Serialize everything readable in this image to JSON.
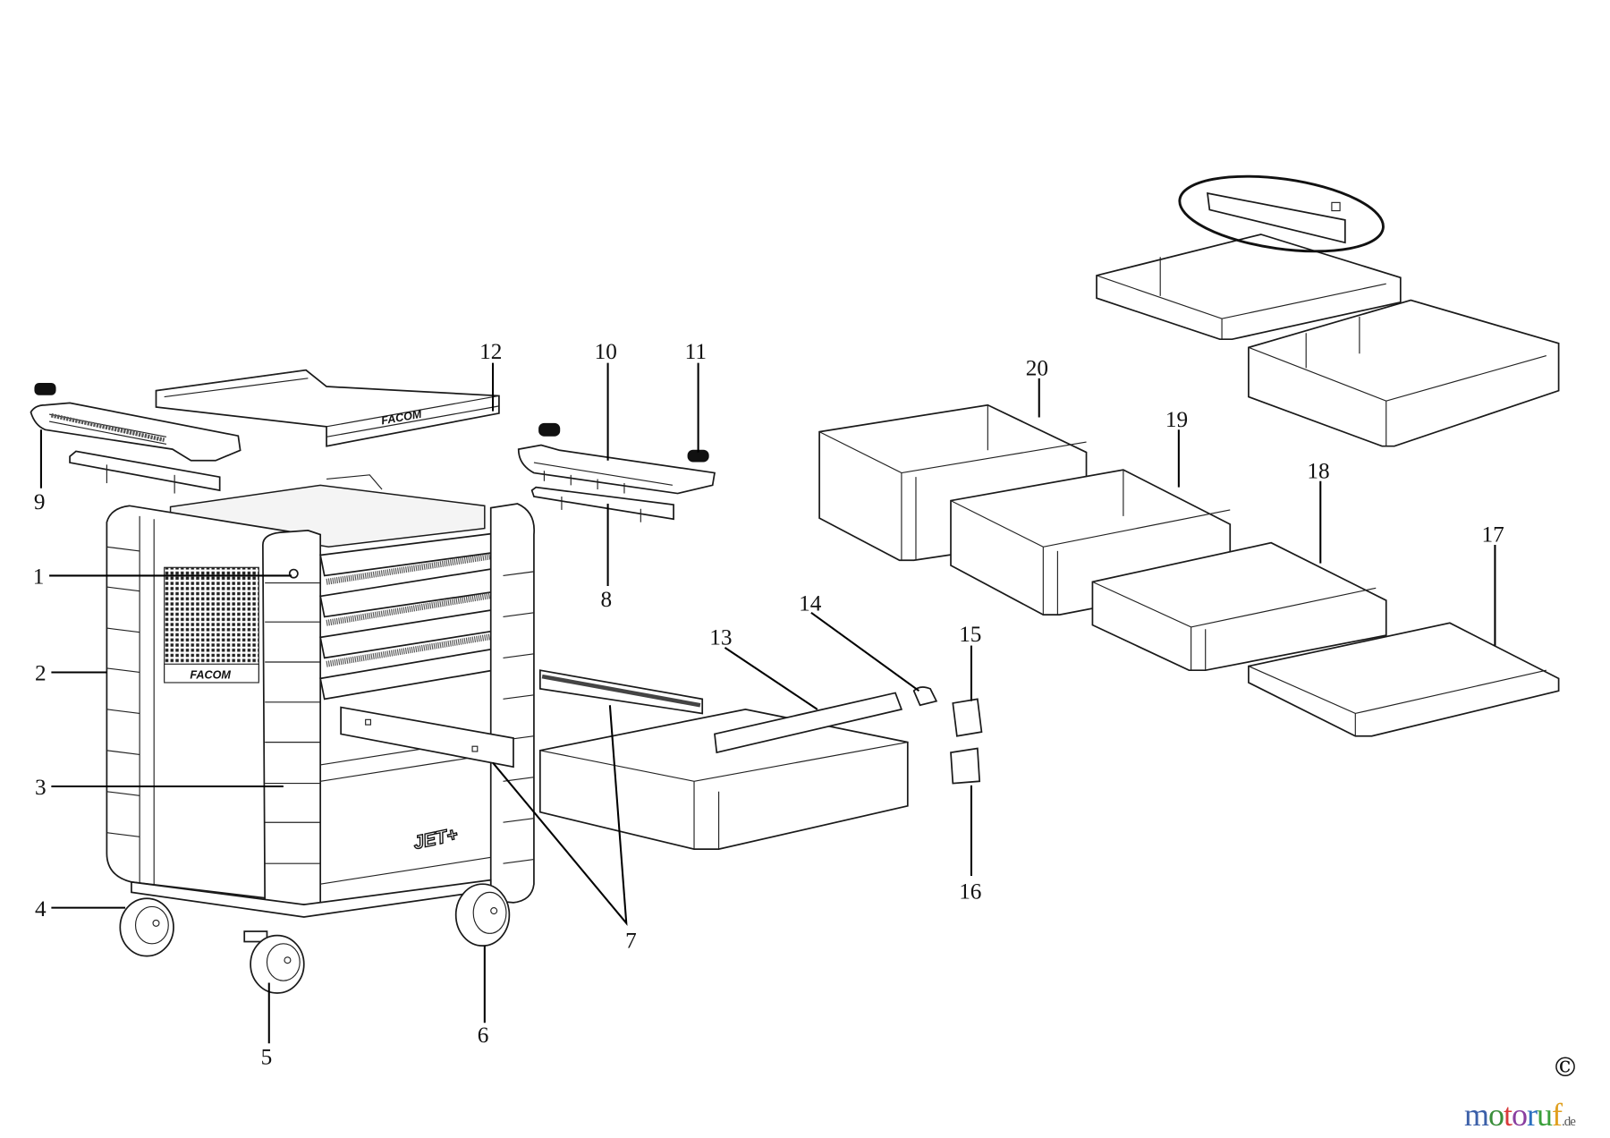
{
  "diagram": {
    "type": "exploded parts diagram",
    "subject": "FACOM JET+ tool trolley with drawers",
    "brand_marks": {
      "top_tray": "FACOM",
      "side_panel": "FACOM",
      "model_badge": "JET+"
    },
    "part_labels": [
      {
        "id": "1",
        "name": "lock"
      },
      {
        "id": "2",
        "name": "side panel"
      },
      {
        "id": "3",
        "name": "cabinet body"
      },
      {
        "id": "4",
        "name": "swivel castor"
      },
      {
        "id": "5",
        "name": "swivel castor with brake"
      },
      {
        "id": "6",
        "name": "fixed castor"
      },
      {
        "id": "7",
        "name": "drawer slides"
      },
      {
        "id": "8",
        "name": "rail"
      },
      {
        "id": "9",
        "name": "handle"
      },
      {
        "id": "10",
        "name": "handle bar"
      },
      {
        "id": "11",
        "name": "end cap"
      },
      {
        "id": "12",
        "name": "top tray"
      },
      {
        "id": "13",
        "name": "drawer handle profile"
      },
      {
        "id": "14",
        "name": "handle end cap"
      },
      {
        "id": "15",
        "name": "drawer stop"
      },
      {
        "id": "16",
        "name": "drawer catch"
      },
      {
        "id": "17",
        "name": "shallow drawer"
      },
      {
        "id": "18",
        "name": "medium drawer"
      },
      {
        "id": "19",
        "name": "deep drawer"
      },
      {
        "id": "20",
        "name": "extra deep drawer"
      }
    ],
    "highlight": "divider inside drawer (circled)"
  },
  "footer": {
    "copyright_symbol": "©",
    "watermark": {
      "letters": [
        "m",
        "o",
        "t",
        "o",
        "r",
        "u",
        "f"
      ],
      "colors": [
        "#3b5fa8",
        "#3b8f3b",
        "#d93b3b",
        "#8a3fa0",
        "#2b6fc0",
        "#3ba03b",
        "#e0a020"
      ],
      "suffix": ".de"
    }
  }
}
